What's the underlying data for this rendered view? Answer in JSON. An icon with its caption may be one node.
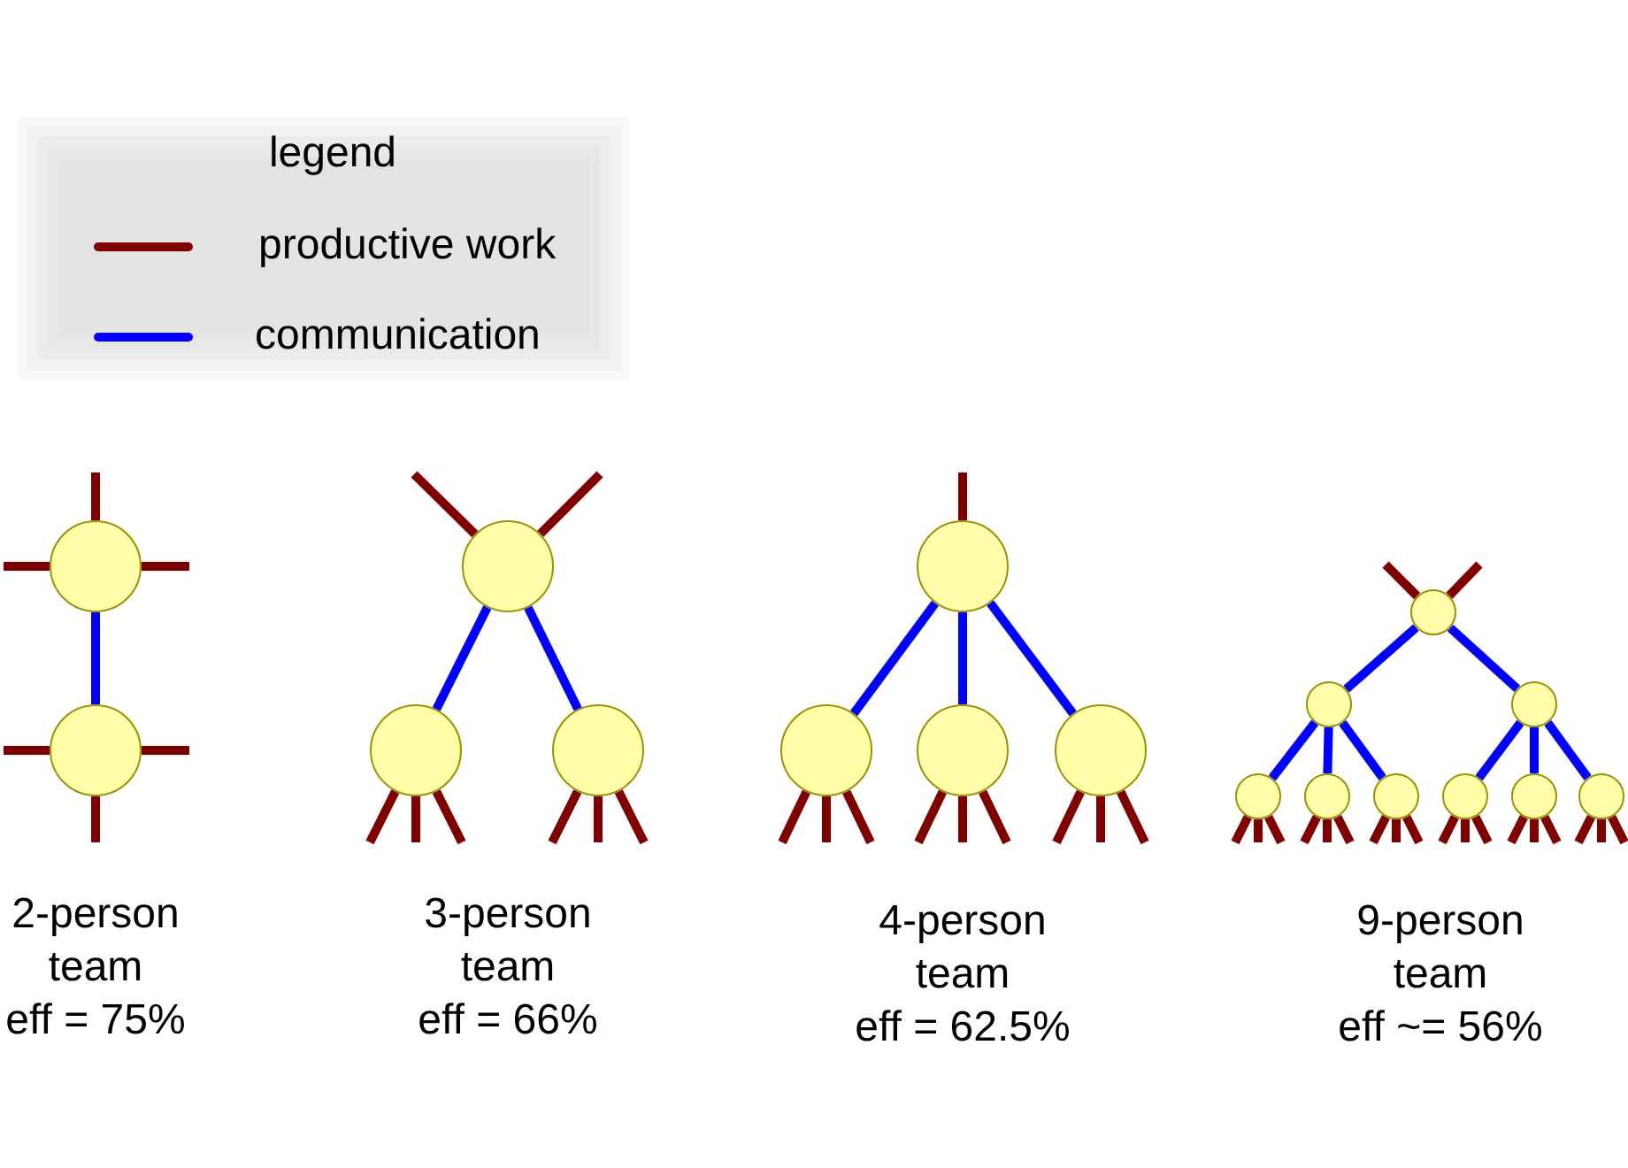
{
  "diagram": {
    "nodes": [
      {
        "text": [],
        "shape": "circle"
      },
      {
        "text": [],
        "shape": "circle"
      },
      {
        "text": [],
        "shape": "circle"
      },
      {
        "text": [],
        "shape": "circle"
      },
      {
        "text": [],
        "shape": "circle"
      },
      {
        "text": [],
        "shape": "circle"
      },
      {
        "text": [],
        "shape": "circle"
      },
      {
        "text": [],
        "shape": "circle"
      },
      {
        "text": [],
        "shape": "circle"
      },
      {
        "text": [],
        "shape": "circle"
      },
      {
        "text": [],
        "shape": "circle"
      },
      {
        "text": [],
        "shape": "circle"
      },
      {
        "text": [],
        "shape": "circle"
      },
      {
        "text": [],
        "shape": "circle"
      },
      {
        "text": [],
        "shape": "circle"
      },
      {
        "text": [],
        "shape": "circle"
      },
      {
        "text": [],
        "shape": "circle"
      },
      {
        "text": [],
        "shape": "circle"
      }
    ],
    "edges": [
      {
        "from": 0,
        "to": null,
        "arrow": "none"
      },
      {
        "from": 0,
        "to": null,
        "arrow": "none"
      },
      {
        "from": 0,
        "to": null,
        "arrow": "none"
      },
      {
        "from": 0,
        "to": 1,
        "arrow": "none",
        "color": "#0000ff"
      },
      {
        "from": 1,
        "to": null,
        "arrow": "none"
      },
      {
        "from": 1,
        "to": null,
        "arrow": "none"
      },
      {
        "from": 1,
        "to": null,
        "arrow": "none"
      },
      {
        "from": 2,
        "to": null,
        "arrow": "none"
      },
      {
        "from": 2,
        "to": null,
        "arrow": "none"
      },
      {
        "from": 2,
        "to": 3,
        "arrow": "none",
        "color": "#0000ff"
      },
      {
        "from": 2,
        "to": 4,
        "arrow": "none",
        "color": "#0000ff"
      },
      {
        "from": 3,
        "to": null,
        "arrow": "none"
      },
      {
        "from": 3,
        "to": null,
        "arrow": "none"
      },
      {
        "from": 3,
        "to": null,
        "arrow": "none"
      },
      {
        "from": 4,
        "to": null,
        "arrow": "none"
      },
      {
        "from": 4,
        "to": null,
        "arrow": "none"
      },
      {
        "from": 4,
        "to": null,
        "arrow": "none"
      },
      {
        "from": 5,
        "to": null,
        "arrow": "none"
      },
      {
        "from": 5,
        "to": 6,
        "arrow": "none",
        "color": "#0000ff"
      },
      {
        "from": 5,
        "to": 7,
        "arrow": "none",
        "color": "#0000ff"
      },
      {
        "from": 5,
        "to": 8,
        "arrow": "none",
        "color": "#0000ff"
      },
      {
        "from": 6,
        "to": null,
        "arrow": "none"
      },
      {
        "from": 6,
        "to": null,
        "arrow": "none"
      },
      {
        "from": 6,
        "to": null,
        "arrow": "none"
      },
      {
        "from": 7,
        "to": null,
        "arrow": "none"
      },
      {
        "from": 7,
        "to": null,
        "arrow": "none"
      },
      {
        "from": 7,
        "to": null,
        "arrow": "none"
      },
      {
        "from": 8,
        "to": null,
        "arrow": "none"
      },
      {
        "from": 8,
        "to": null,
        "arrow": "none"
      },
      {
        "from": 8,
        "to": null,
        "arrow": "none"
      },
      {
        "from": 9,
        "to": null,
        "arrow": "none"
      },
      {
        "from": 9,
        "to": null,
        "arrow": "none"
      },
      {
        "from": 9,
        "to": 10,
        "arrow": "none",
        "color": "#0000ff"
      },
      {
        "from": 9,
        "to": 11,
        "arrow": "none",
        "color": "#0000ff"
      },
      {
        "from": 10,
        "to": 12,
        "arrow": "none",
        "color": "#0000ff"
      },
      {
        "from": 10,
        "to": 13,
        "arrow": "none",
        "color": "#0000ff"
      },
      {
        "from": 10,
        "to": 14,
        "arrow": "none",
        "color": "#0000ff"
      },
      {
        "from": 11,
        "to": 15,
        "arrow": "none",
        "color": "#0000ff"
      },
      {
        "from": 11,
        "to": 16,
        "arrow": "none",
        "color": "#0000ff"
      },
      {
        "from": 11,
        "to": 17,
        "arrow": "none",
        "color": "#0000ff"
      },
      {
        "from": 12,
        "to": null,
        "arrow": "none"
      },
      {
        "from": 12,
        "to": null,
        "arrow": "none"
      },
      {
        "from": 12,
        "to": null,
        "arrow": "none"
      },
      {
        "from": 13,
        "to": null,
        "arrow": "none"
      },
      {
        "from": 13,
        "to": null,
        "arrow": "none"
      },
      {
        "from": 13,
        "to": null,
        "arrow": "none"
      },
      {
        "from": 14,
        "to": null,
        "arrow": "none"
      },
      {
        "from": 14,
        "to": null,
        "arrow": "none"
      },
      {
        "from": 14,
        "to": null,
        "arrow": "none"
      },
      {
        "from": 15,
        "to": null,
        "arrow": "none"
      },
      {
        "from": 15,
        "to": null,
        "arrow": "none"
      },
      {
        "from": 15,
        "to": null,
        "arrow": "none"
      },
      {
        "from": 16,
        "to": null,
        "arrow": "none"
      },
      {
        "from": 16,
        "to": null,
        "arrow": "none"
      },
      {
        "from": 16,
        "to": null,
        "arrow": "none"
      },
      {
        "from": 17,
        "to": null,
        "arrow": "none"
      },
      {
        "from": 17,
        "to": null,
        "arrow": "none"
      },
      {
        "from": 17,
        "to": null,
        "arrow": "none"
      }
    ],
    "labels": [
      "legend",
      "2-person team eff = 75%",
      "3-person team eff = 66%",
      "4-person team eff = 62.5%",
      "9-person team eff ~= 56%"
    ],
    "legend": [
      {
        "text": "productive work"
      },
      {
        "text": "communication"
      }
    ]
  }
}
